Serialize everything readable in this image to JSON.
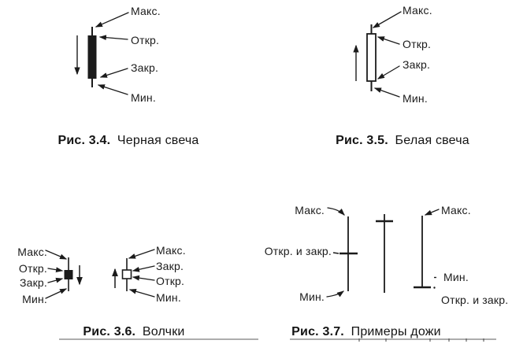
{
  "colors": {
    "ink": "#1b1b1b",
    "background": "#ffffff"
  },
  "fig34": {
    "caption_bold": "Рис. 3.4.",
    "caption_rest": "Черная свеча",
    "labels": {
      "max": "Макс.",
      "open": "Откр.",
      "close": "Закр.",
      "min": "Мин."
    }
  },
  "fig35": {
    "caption_bold": "Рис. 3.5.",
    "caption_rest": "Белая свеча",
    "labels": {
      "max": "Макс.",
      "open": "Откр.",
      "close": "Закр.",
      "min": "Мин."
    }
  },
  "fig36": {
    "caption_bold": "Рис. 3.6.",
    "caption_rest": "Волчки",
    "left": {
      "max": "Макс.",
      "open": "Откр.",
      "close": "Закр.",
      "min": "Мин."
    },
    "right": {
      "max": "Макс.",
      "close": "Закр.",
      "open": "Откр.",
      "min": "Мин."
    }
  },
  "fig37": {
    "caption_bold": "Рис. 3.7.",
    "caption_rest": "Примеры дожи",
    "left": {
      "max": "Макс.",
      "open_close": "Откр. и закр.",
      "min": "Мин."
    },
    "right": {
      "max": "Макс.",
      "min": "Мин.",
      "open_close": "Откр. и закр."
    }
  }
}
